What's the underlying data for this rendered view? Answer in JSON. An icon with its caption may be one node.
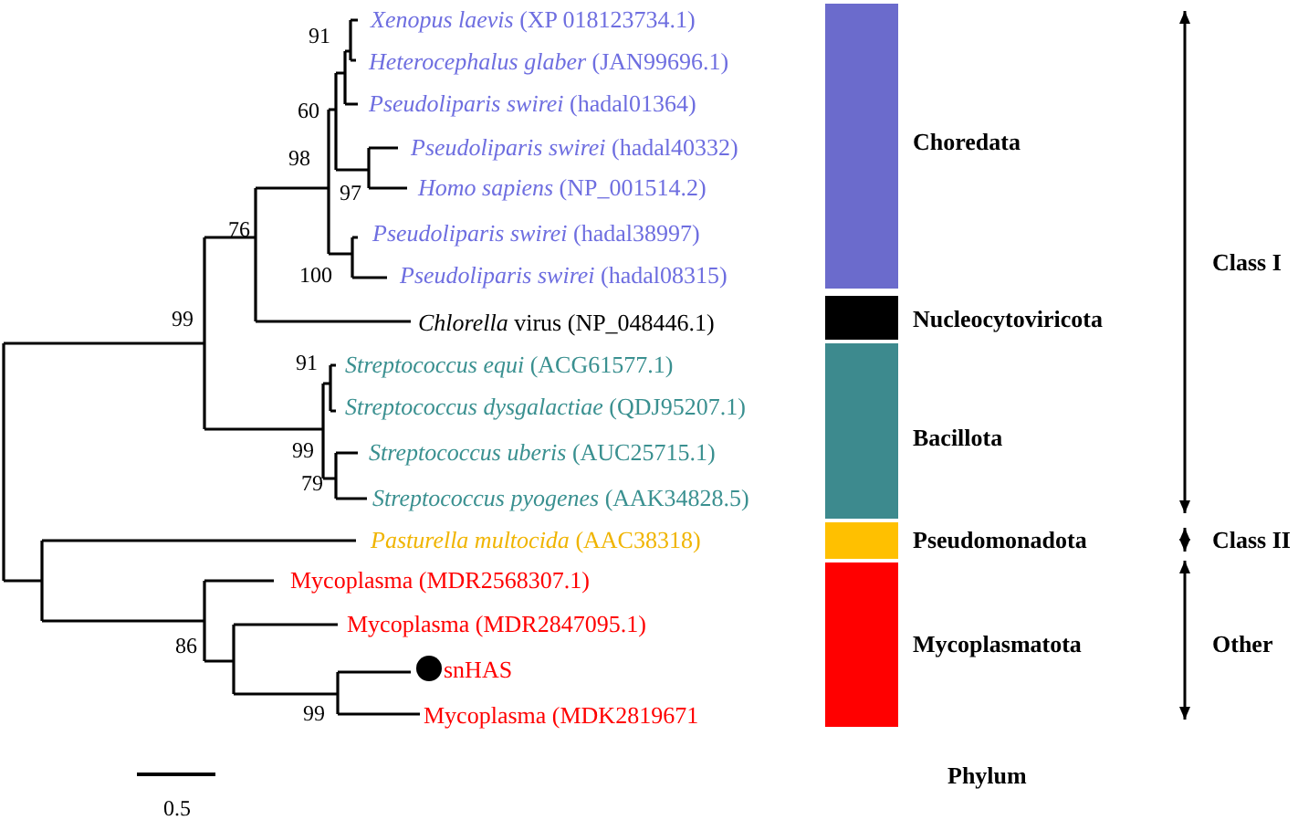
{
  "diagram": {
    "labels": [
      "*Xenopus laevis* (XP 018123734.1)",
      "91",
      "*Heterocephalus glaber* (JAN99696.1)",
      "*Pseudoliparis swirei* (hadal01364)",
      "60",
      "*Pseudoliparis swirei* (hadal40332)",
      "98",
      "*Homo sapiens* (NP_001514.2)",
      "97",
      "76",
      "*Pseudoliparis swirei* (hadal38997)",
      "Class I",
      "100",
      "*Pseudoliparis swirei* (hadal08315)",
      "99",
      "*Chlorella* virus (NP_048446.1)",
      "91",
      "*Streptococcus equi* (ACG61577.1)",
      "*Streptococcus dysgalactiae* (QDJ95207.1)",
      "99",
      "*Streptococcus uberis* (AUC25715.1)",
      "79",
      "*Streptococcus pyogenes* (AAK34828.5)",
      "*Pasturella multocida* (AAC38318)",
      "Class II",
      "Mycoplasma (MDR2568307.1)",
      "Mycoplasma (MDR2847095.1)",
      "86",
      "Other",
      "snHAS",
      "99",
      "Mycoplasma (MDK2819671",
      "0.5",
      "Phylum"
    ],
    "legend": [
      {
        "text": "Choredata",
        "color": "#6b6bcc"
      },
      {
        "text": "Nucleocytoviricota",
        "color": "#000000"
      },
      {
        "text": "Bacillota",
        "color": "#3d8a8e"
      },
      {
        "text": "Pseudomonadota",
        "color": "#ffc000"
      },
      {
        "text": "Mycoplasmatota",
        "color": "#ff0000"
      }
    ]
  }
}
